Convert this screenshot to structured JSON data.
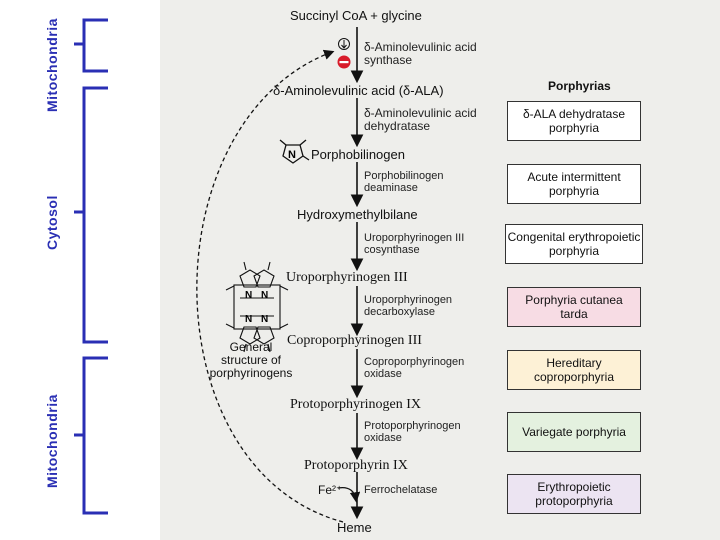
{
  "compartments": {
    "top": "Mitochondria",
    "middle": "Cytosol",
    "bottom": "Mitochondria"
  },
  "pathway": {
    "steps": [
      {
        "metabolite": "Succinyl CoA + glycine",
        "enzyme": [
          "δ-Aminolevulinic acid",
          "synthase"
        ]
      },
      {
        "metabolite": "δ-Aminolevulinic acid (δ-ALA)",
        "enzyme": [
          "δ-Aminolevulinic acid",
          "dehydratase"
        ]
      },
      {
        "metabolite": "Porphobilinogen",
        "enzyme": [
          "Porphobilinogen",
          "deaminase"
        ]
      },
      {
        "metabolite": "Hydroxymethylbilane",
        "enzyme": [
          "Uroporphyrinogen III",
          "cosynthase"
        ]
      },
      {
        "metabolite": "Uroporphyrinogen III",
        "enzyme": [
          "Uroporphyrinogen",
          "decarboxylase"
        ]
      },
      {
        "metabolite": "Coproporphyrinogen III",
        "enzyme": [
          "Coproporphyrinogen",
          "oxidase"
        ]
      },
      {
        "metabolite": "Protoporphyrinogen IX",
        "enzyme": [
          "Protoporphyrinogen",
          "oxidase"
        ]
      },
      {
        "metabolite": "Protoporphyrin IX",
        "enzyme": [
          "Ferrochelatase"
        ]
      },
      {
        "metabolite": "Heme",
        "enzyme": []
      }
    ],
    "iron": "Fe²⁺",
    "structure_caption": [
      "General",
      "structure of",
      "porphyrinogens"
    ],
    "ring_atom": "N"
  },
  "porphyrias": {
    "title": "Porphyrias",
    "items": [
      {
        "name": [
          "δ-ALA dehydratase",
          "porphyria"
        ],
        "color": "#ffffff"
      },
      {
        "name": [
          "Acute intermittent",
          "porphyria"
        ],
        "color": "#ffffff"
      },
      {
        "name": [
          "Congenital erythropoietic",
          "porphyria"
        ],
        "color": "#ffffff"
      },
      {
        "name": [
          "Porphyria cutanea",
          "tarda"
        ],
        "color": "#f7dce4"
      },
      {
        "name": [
          "Hereditary",
          "coproporphyria"
        ],
        "color": "#fdf1d6"
      },
      {
        "name": [
          "Variegate porphyria"
        ],
        "color": "#e4f1df"
      },
      {
        "name": [
          "Erythropoietic",
          "protoporphyria"
        ],
        "color": "#ece4f2"
      }
    ]
  },
  "colors": {
    "bracket": "#2a2fb4",
    "inhibit": "#d81b2a"
  }
}
